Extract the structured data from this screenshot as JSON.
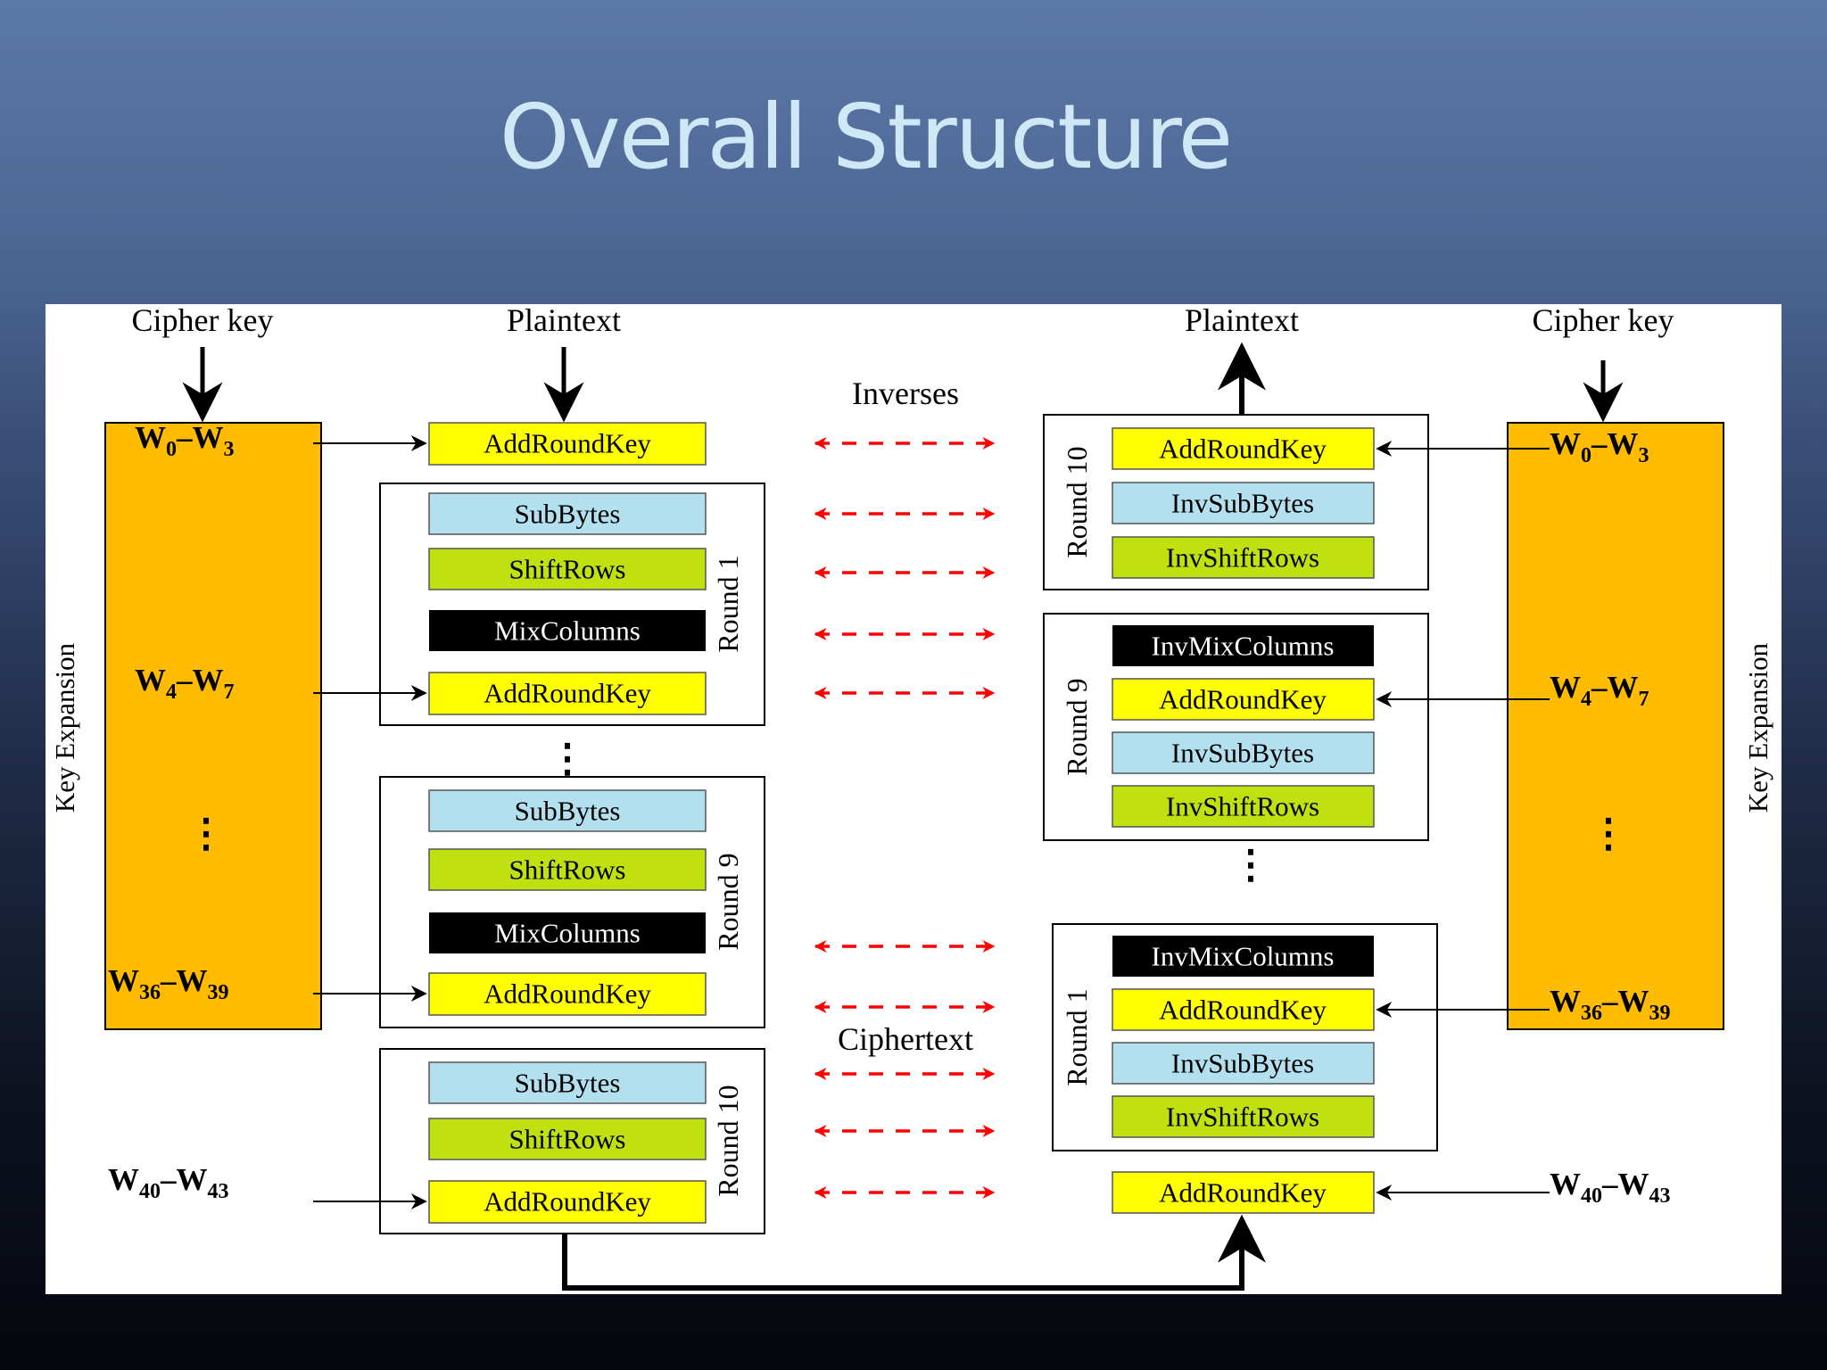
{
  "slide": {
    "title": "Overall Structure"
  },
  "colors": {
    "key_column": "#ffbb00",
    "add_round_key": "#ffff00",
    "sub_bytes": "#b3e0ef",
    "shift_rows": "#c0e010",
    "mix_columns": "#000000",
    "inverse_arrow": "#ff0000"
  },
  "diagram": {
    "cipher_key_left": "Cipher key",
    "cipher_key_right": "Cipher key",
    "plaintext_left": "Plaintext",
    "plaintext_right": "Plaintext",
    "inverses": "Inverses",
    "ciphertext": "Ciphertext",
    "key_expansion": "Key Expansion",
    "ellipsis": "⋮",
    "words": [
      {
        "w": "W",
        "a": "0",
        "b": "3"
      },
      {
        "w": "W",
        "a": "4",
        "b": "7"
      },
      {
        "w": "W",
        "a": "36",
        "b": "39"
      },
      {
        "w": "W",
        "a": "40",
        "b": "43"
      }
    ],
    "ops": {
      "add_round_key": "AddRoundKey",
      "sub_bytes": "SubBytes",
      "shift_rows": "ShiftRows",
      "mix_columns": "MixColumns",
      "inv_sub_bytes": "InvSubBytes",
      "inv_shift_rows": "InvShiftRows",
      "inv_mix_columns": "InvMixColumns"
    },
    "rounds": {
      "r1": "Round 1",
      "r9": "Round 9",
      "r10": "Round 10"
    }
  }
}
